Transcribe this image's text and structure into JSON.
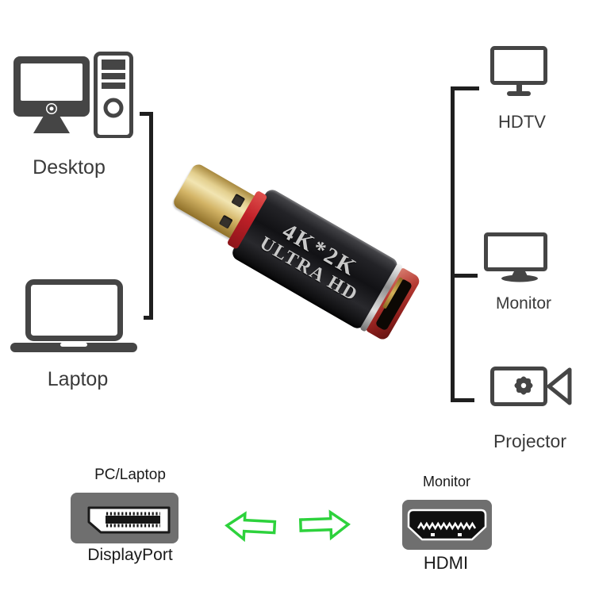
{
  "sources": {
    "items": [
      {
        "label": "Desktop",
        "icon": "desktop-computer-icon"
      },
      {
        "label": "Laptop",
        "icon": "laptop-icon"
      }
    ]
  },
  "displays": {
    "items": [
      {
        "label": "HDTV",
        "icon": "tv-icon"
      },
      {
        "label": "Monitor",
        "icon": "monitor-icon"
      },
      {
        "label": "Projector",
        "icon": "projector-icon"
      }
    ]
  },
  "adapter": {
    "print_line1": "4K*2K",
    "print_line2": "ULTRA HD",
    "body_color": "#1c1c1f",
    "collar_color": "#c0272d",
    "plug_color": "#d9bc6e",
    "face_color": "#a5302e",
    "print_color": "#c9c9c9"
  },
  "converter_row": {
    "left_port": {
      "device_label": "PC/Laptop",
      "port_label": "DisplayPort",
      "icon": "displayport-socket-icon"
    },
    "right_port": {
      "device_label": "Monitor",
      "port_label": "HDMI",
      "icon": "hdmi-socket-icon"
    },
    "arrow_color": "#2dd23c"
  },
  "colors": {
    "icon_stroke": "#454545",
    "bracket_line": "#1f1f1f",
    "label_text": "#3a3a3a",
    "port_body_gray": "#6f6f6f"
  }
}
